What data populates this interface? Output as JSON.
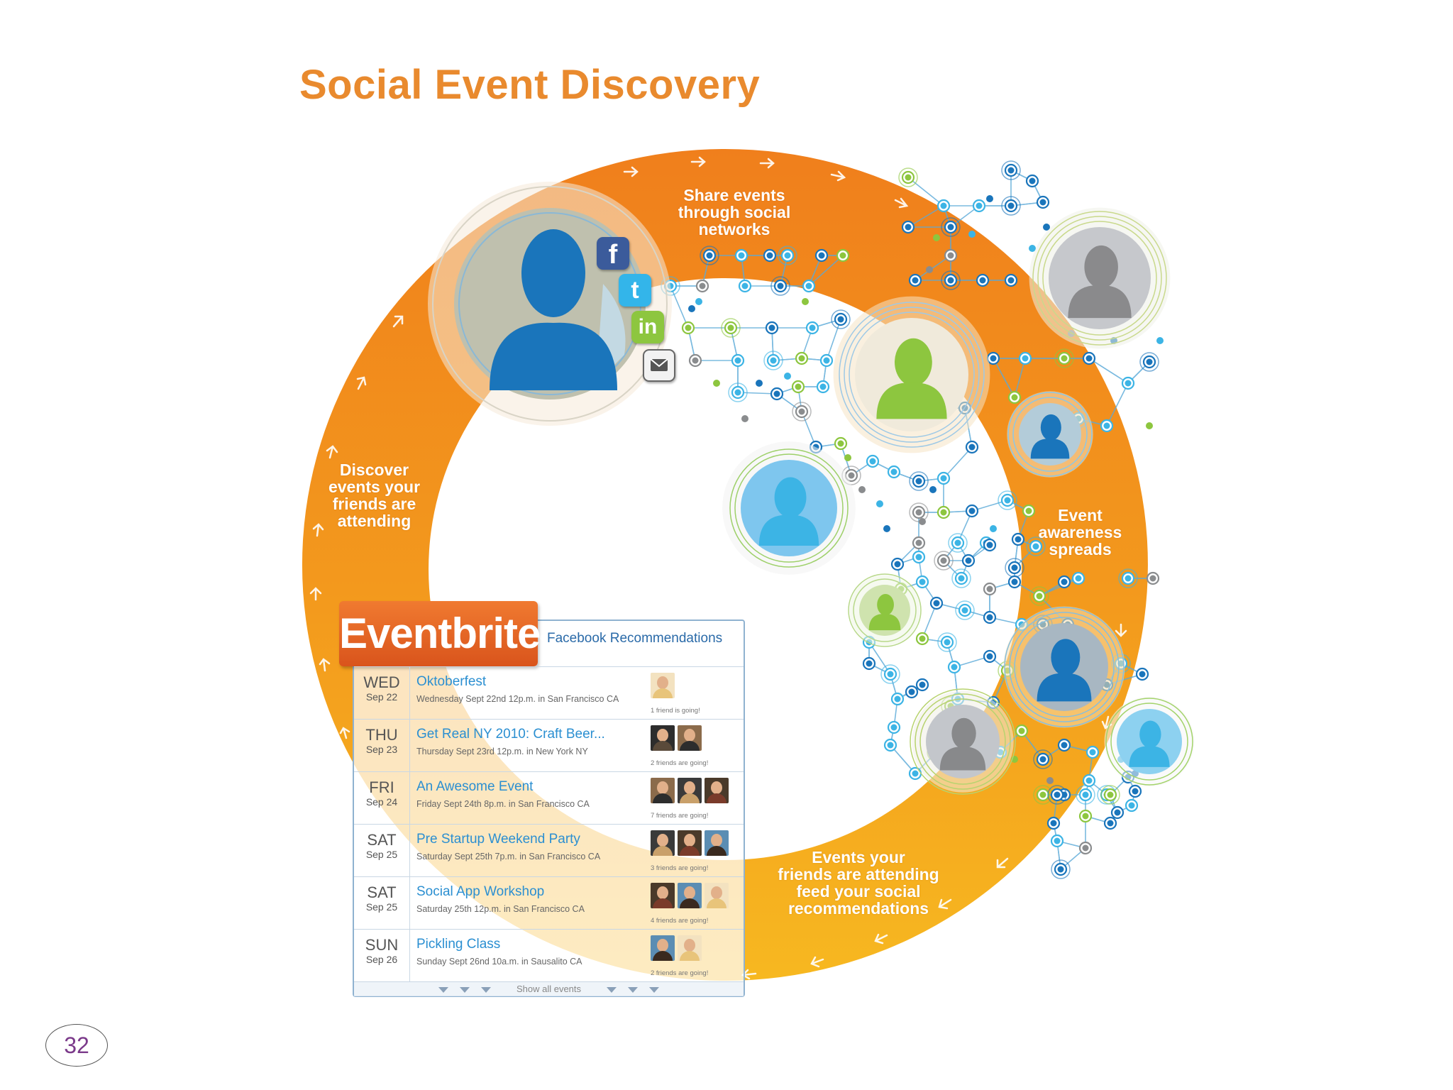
{
  "title": "Social Event Discovery",
  "colors": {
    "title": "#e98a2e",
    "ring_orange": "#f08a1e",
    "ring_yellow": "#f7b21e",
    "node_blue": "#1a75bb",
    "node_light_blue": "#3cb4e5",
    "node_green": "#8dc63f",
    "node_gray": "#8a8c8e",
    "eventbrite_orange": "#e5622b",
    "link_blue": "#2b8fd1"
  },
  "ring_labels": {
    "share": "Share events\nthrough social\nnetworks",
    "spread": "Event\nawareness\nspreads",
    "feed": "Events your\nfriends are attending\nfeed your social\nrecommendations",
    "discover": "Discover\nevents your\nfriends are\nattending"
  },
  "social_icons": [
    "facebook-icon",
    "twitter-icon",
    "linkedin-icon",
    "email-icon"
  ],
  "widget": {
    "logo": "Eventbrite",
    "logo_mark": "®",
    "panel_title": "Facebook Recommendations",
    "events": [
      {
        "dow": "WED",
        "date": "Sep 22",
        "name": "Oktoberfest",
        "when": "Wednesday Sept 22nd 12p.m. in San Francisco CA",
        "going": "1 friend is going!",
        "friends": 1
      },
      {
        "dow": "THU",
        "date": "Sep 23",
        "name": "Get Real NY 2010: Craft Beer...",
        "when": "Thursday Sept 23rd 12p.m. in New York NY",
        "going": "2 friends are going!",
        "friends": 2
      },
      {
        "dow": "FRI",
        "date": "Sep 24",
        "name": "An Awesome Event",
        "when": "Friday Sept 24th 8p.m. in San Francisco CA",
        "going": "7 friends are going!",
        "friends": 3
      },
      {
        "dow": "SAT",
        "date": "Sep 25",
        "name": "Pre Startup Weekend Party",
        "when": "Saturday Sept 25th 7p.m. in San Francisco CA",
        "going": "3 friends are going!",
        "friends": 3
      },
      {
        "dow": "SAT",
        "date": "Sep 25",
        "name": "Social App Workshop",
        "when": "Saturday 25th 12p.m. in San Francisco CA",
        "going": "4 friends are going!",
        "friends": 3
      },
      {
        "dow": "SUN",
        "date": "Sep 26",
        "name": "Pickling Class",
        "when": "Sunday Sept 26nd 10a.m. in Sausalito CA",
        "going": "2 friends are going!",
        "friends": 2
      }
    ],
    "footer": "Show all events"
  },
  "page_number": "32"
}
